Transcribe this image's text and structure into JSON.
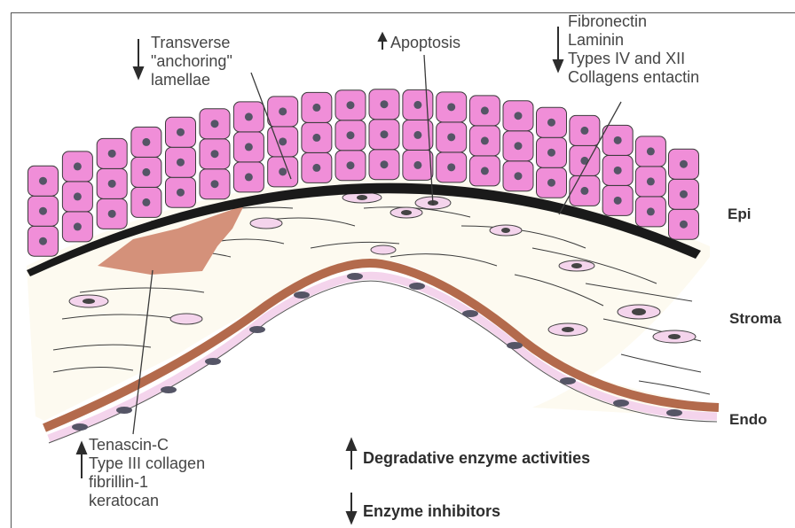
{
  "labels": {
    "transverse": [
      "Transverse",
      "\"anchoring\"",
      "lamellae"
    ],
    "apoptosis": "Apoptosis",
    "matrix_proteins": [
      "Fibronectin",
      "Laminin",
      "Types IV and XII",
      "Collagens entactin"
    ],
    "stromal_proteins": [
      "Tenascin-C",
      "Type III collagen",
      "fibrillin-1",
      "keratocan"
    ],
    "degradative": "Degradative enzyme activities",
    "inhibitors": "Enzyme inhibitors"
  },
  "regions": {
    "epi": "Epi",
    "stroma": "Stroma",
    "endo": "Endo"
  },
  "arrows": {
    "transverse": "down",
    "apoptosis": "up",
    "matrix_proteins": "down",
    "stromal_proteins": "up",
    "degradative": "up",
    "inhibitors": "down"
  },
  "colors": {
    "epithelial_cell": "#f08ed8",
    "cell_nucleus": "#555566",
    "basement_membrane": "#1a1a1a",
    "stroma": "#fdfaf0",
    "scar_patch": "#d4917a",
    "descemet_layer": "#b36a4c",
    "endothelial_cell": "#f4d4ec"
  }
}
